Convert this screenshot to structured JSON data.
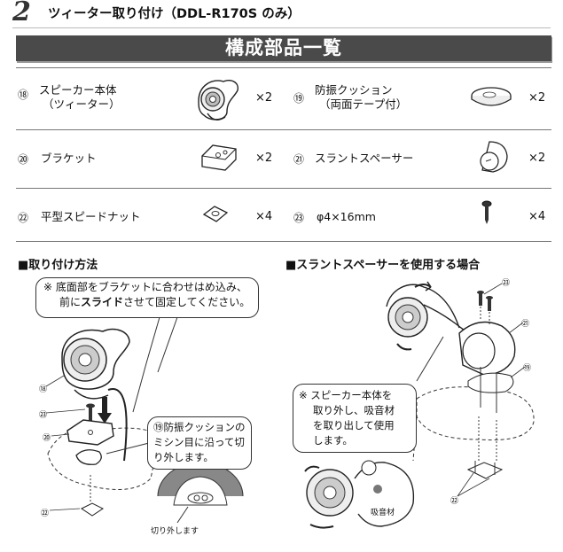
{
  "header": {
    "step_number": "2",
    "step_title": "ツィーター取り付け（DDL-R170S のみ）"
  },
  "banner": {
    "title": "構成部品一覧"
  },
  "parts": [
    {
      "num": "⑱",
      "name_line1": "スピーカー本体",
      "name_line2": "（ツィーター）",
      "qty": "×2"
    },
    {
      "num": "⑲",
      "name_line1": "防振クッション",
      "name_line2": "（両面テープ付）",
      "qty": "×2"
    },
    {
      "num": "⑳",
      "name_line1": "ブラケット",
      "name_line2": "",
      "qty": "×2"
    },
    {
      "num": "㉑",
      "name_line1": "スラントスペーサー",
      "name_line2": "",
      "qty": "×2"
    },
    {
      "num": "㉒",
      "name_line1": "平型スピードナット",
      "name_line2": "",
      "qty": "×4"
    },
    {
      "num": "㉓",
      "name_line1": "φ4×16mm",
      "name_line2": "",
      "qty": "×4"
    }
  ],
  "left_section": {
    "title": "■取り付け方法",
    "note_line1": "※ 底面部をブラケットに合わせはめ込み、",
    "note_line2_pre": "前に",
    "note_line2_bold": "スライド",
    "note_line2_post": "させて固定してください。",
    "cushion_note_num": "⑲",
    "cushion_note_line1": "防振クッションの",
    "cushion_note_line2": "ミシン目に沿って切",
    "cushion_note_line3": "り外します。",
    "cut_label": "切り外します",
    "labels": {
      "a": "⑱",
      "b": "㉓",
      "c": "⑳",
      "d": "㉒"
    }
  },
  "right_section": {
    "title": "■スラントスペーサーを使用する場合",
    "note_line1": "※ スピーカー本体を",
    "note_line2": "取り外し、吸音材",
    "note_line3": "を取り出して使用",
    "note_line4": "します。",
    "absorber_label": "吸音材",
    "labels": {
      "a": "㉓",
      "b": "㉑",
      "c": "⑲",
      "d": "㉒"
    }
  }
}
